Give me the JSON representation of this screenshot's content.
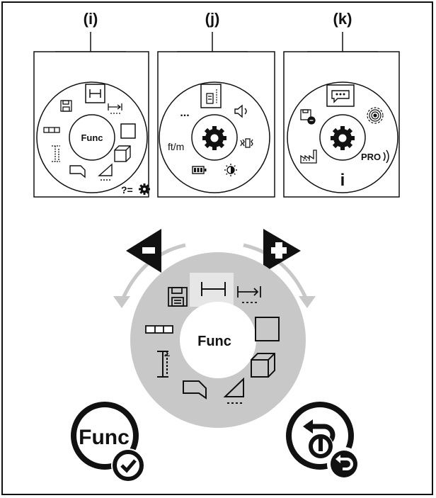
{
  "panels": {
    "i": {
      "label": "(i)",
      "center": "Func",
      "help": "?="
    },
    "j": {
      "label": "(j)",
      "units": "ft/m",
      "more": "..."
    },
    "k": {
      "label": "(k)",
      "pro": "PRO",
      "info": "i"
    }
  },
  "main_wheel": {
    "center": "Func"
  },
  "buttons": {
    "func_confirm": "Func"
  },
  "colors": {
    "ink": "#111111",
    "wheel_gray": "#c8c8c8",
    "arrow_gray": "#c8c8c8",
    "highlight": "#e6e6e6"
  },
  "icons": [
    "minus-arrow-icon",
    "plus-arrow-icon",
    "measure-length-icon",
    "save-icon",
    "laser-distance-icon",
    "area-icon",
    "volume-icon",
    "slope-icon",
    "wall-area-icon",
    "height-icon",
    "level-icon",
    "settings-gear-icon",
    "sound-icon",
    "vibration-icon",
    "brightness-icon",
    "battery-icon",
    "reference-icon",
    "message-icon",
    "connectivity-icon",
    "factory-icon",
    "info-icon",
    "check-icon",
    "back-icon",
    "power-icon"
  ]
}
